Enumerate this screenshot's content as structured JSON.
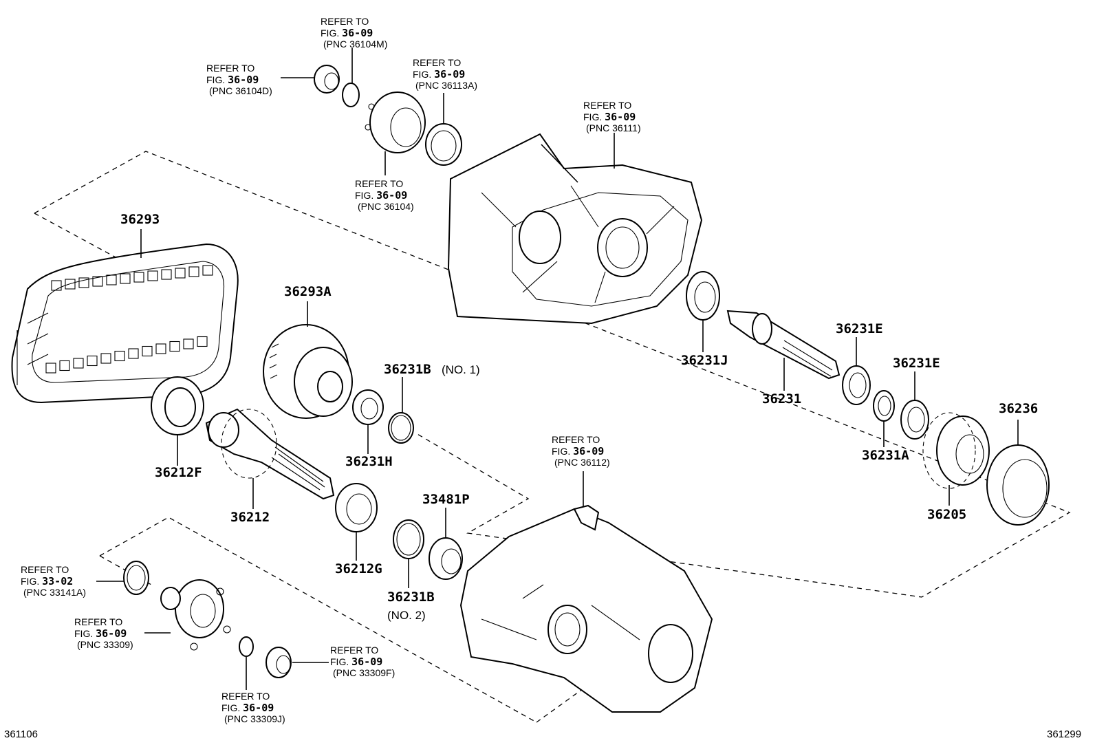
{
  "parts": {
    "p36293": "36293",
    "p36293A": "36293A",
    "p36212F": "36212F",
    "p36212": "36212",
    "p36231H": "36231H",
    "p36231B": "36231B",
    "p36231B_no1": "(NO. 1)",
    "p36212G": "36212G",
    "p33481P": "33481P",
    "p36231B_2": "36231B",
    "p36231B_no2": "(NO. 2)",
    "p36231J": "36231J",
    "p36231": "36231",
    "p36231E_1": "36231E",
    "p36231E_2": "36231E",
    "p36231A": "36231A",
    "p36236": "36236",
    "p36205": "36205"
  },
  "refs": [
    {
      "id": "ref-36104M",
      "l1": "REFER TO",
      "fig_prefix": "FIG. ",
      "fig": "36-09",
      "pnc": "(PNC 36104M)"
    },
    {
      "id": "ref-36104D",
      "l1": "REFER TO",
      "fig_prefix": "FIG. ",
      "fig": "36-09",
      "pnc": "(PNC 36104D)"
    },
    {
      "id": "ref-36113A",
      "l1": "REFER TO",
      "fig_prefix": "FIG. ",
      "fig": "36-09",
      "pnc": "(PNC 36113A)"
    },
    {
      "id": "ref-36104",
      "l1": "REFER TO",
      "fig_prefix": "FIG. ",
      "fig": "36-09",
      "pnc": "(PNC 36104)"
    },
    {
      "id": "ref-36111",
      "l1": "REFER TO",
      "fig_prefix": "FIG. ",
      "fig": "36-09",
      "pnc": "(PNC 36111)"
    },
    {
      "id": "ref-36112",
      "l1": "REFER TO",
      "fig_prefix": "FIG. ",
      "fig": "36-09",
      "pnc": "(PNC 36112)"
    },
    {
      "id": "ref-33141A",
      "l1": "REFER TO",
      "fig_prefix": "FIG. ",
      "fig": "33-02",
      "pnc": "(PNC 33141A)"
    },
    {
      "id": "ref-33309",
      "l1": "REFER TO",
      "fig_prefix": "FIG. ",
      "fig": "36-09",
      "pnc": "(PNC 33309)"
    },
    {
      "id": "ref-33309F",
      "l1": "REFER TO",
      "fig_prefix": "FIG. ",
      "fig": "36-09",
      "pnc": "(PNC 33309F)"
    },
    {
      "id": "ref-33309J",
      "l1": "REFER TO",
      "fig_prefix": "FIG. ",
      "fig": "36-09",
      "pnc": "(PNC 33309J)"
    }
  ],
  "corners": {
    "left": "361106",
    "right": "361299"
  }
}
